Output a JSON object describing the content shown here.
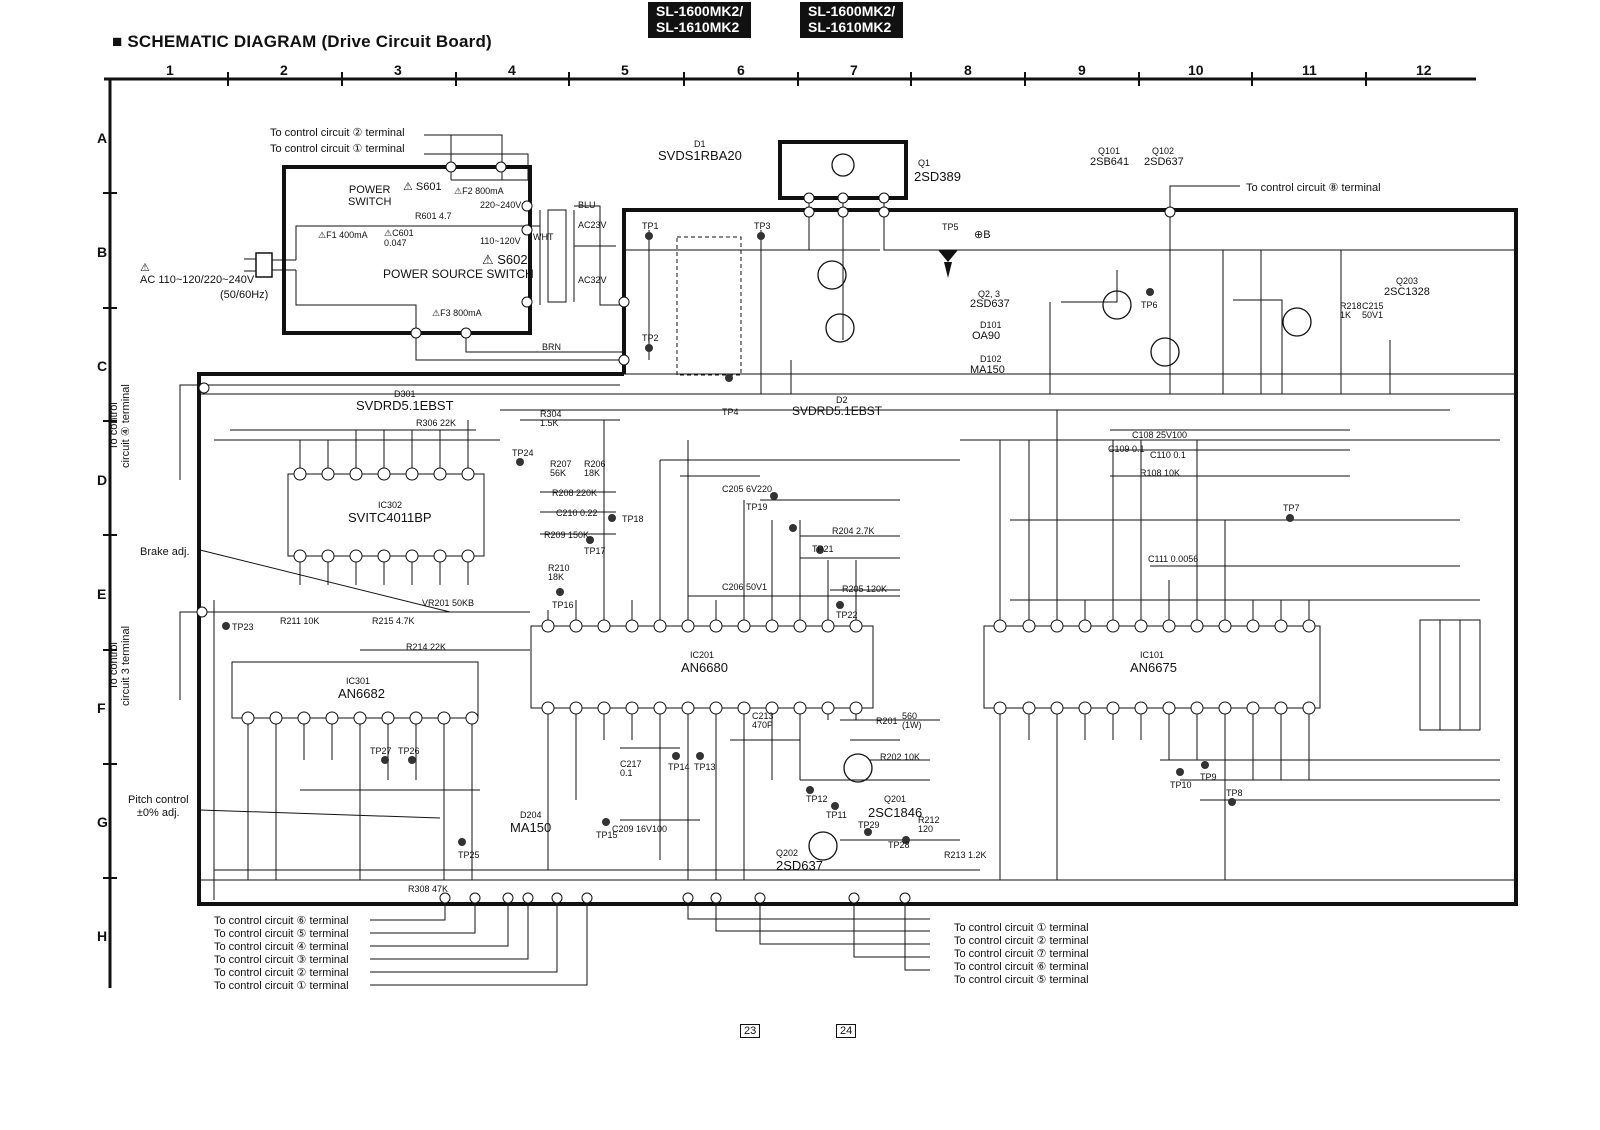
{
  "header": {
    "title": "■ SCHEMATIC DIAGRAM (Drive Circuit Board)",
    "models_left": [
      "SL-1600MK2/",
      "SL-1610MK2"
    ],
    "models_right": [
      "SL-1600MK2/",
      "SL-1610MK2"
    ]
  },
  "grid": {
    "columns": [
      "1",
      "2",
      "3",
      "4",
      "5",
      "6",
      "7",
      "8",
      "9",
      "10",
      "11",
      "12"
    ],
    "rows": [
      "A",
      "B",
      "C",
      "D",
      "E",
      "F",
      "G",
      "H"
    ]
  },
  "power": {
    "ctrl2": "To control circuit ② terminal",
    "ctrl1": "To control circuit ① terminal",
    "power_switch": "POWER\nSWITCH",
    "s601": "⚠ S601",
    "f2": "⚠F2 800mA",
    "v220": "220~240V",
    "v110": "110~120V",
    "r601": "R601 4.7",
    "f1": "⚠F1 400mA",
    "c601": "⚠C601\n0.047",
    "s602": "⚠ S602",
    "power_source_switch": "POWER SOURCE SWITCH",
    "ac": "⚠\nAC 110~120/220~240V",
    "hz": "(50/60Hz)",
    "f3": "⚠F3 800mA",
    "ac23": "AC23V",
    "ac32": "AC32V",
    "brn": "BRN",
    "blu": "BLU",
    "wht": "WHT"
  },
  "components": {
    "d1": "D1",
    "svds": "SVDS1RBA20",
    "q1": "Q1",
    "q1_part": "2SD389",
    "q101": "Q101",
    "q102": "Q102",
    "q101_part": "2SB641",
    "q102_part": "2SD637",
    "ctrl8": "To control circuit ⑧ terminal",
    "tp5": "TP5",
    "plus_b": "⊕B",
    "q23": "Q2, 3",
    "q23_part": "2SD637",
    "d101": "D101",
    "d101_part": "OA90",
    "d102": "D102",
    "d102_part": "MA150",
    "q203": "Q203",
    "q203_part": "2SC1328",
    "d301": "D301",
    "d301_part": "SVDRD5.1EBST",
    "d2": "D2",
    "d2_part": "SVDRD5.1EBST",
    "ic302": "IC302",
    "ic302_part": "SVITC4011BP",
    "ic201": "IC201",
    "ic201_part": "AN6680",
    "ic101": "IC101",
    "ic101_part": "AN6675",
    "ic301": "IC301",
    "ic301_part": "AN6682",
    "q201": "Q201",
    "q201_part": "2SC1846",
    "q202": "Q202",
    "q202_part": "2SD637",
    "d204": "D204",
    "d204_part": "MA150",
    "brake": "Brake adj.",
    "pitch": "Pitch control\n±0% adj.",
    "ctrl4_v": "To control\ncircuit ④ terminal",
    "ctrl3_v": "To control\ncircuit 3 terminal"
  },
  "bottom_left_terminals": [
    "To control circuit ⑥ terminal",
    "To control circuit ⑤ terminal",
    "To control circuit ④ terminal",
    "To control circuit ③ terminal",
    "To control circuit ② terminal",
    "To control circuit ① terminal"
  ],
  "bottom_right_terminals": [
    "To control circuit ① terminal",
    "To control circuit ② terminal",
    "To control circuit ⑦ terminal",
    "To control circuit ⑥ terminal",
    "To control circuit ⑤ terminal"
  ],
  "small_labels": {
    "tp1": "TP1",
    "tp2": "TP2",
    "tp3": "TP3",
    "tp4": "TP4",
    "tp6": "TP6",
    "tp7": "TP7",
    "tp8": "TP8",
    "tp9": "TP9",
    "tp10": "TP10",
    "tp11": "TP11",
    "tp12": "TP12",
    "tp13": "TP13",
    "tp14": "TP14",
    "tp15": "TP15",
    "tp16": "TP16",
    "tp17": "TP17",
    "tp18": "TP18",
    "tp19": "TP19",
    "tp21": "TP21",
    "tp22": "TP22",
    "tp23": "TP23",
    "tp24": "TP24",
    "tp25": "TP25",
    "tp26": "TP26",
    "tp27": "TP27",
    "tp28": "TP28",
    "tp29": "TP29",
    "r306": "R306 22K",
    "r304": "R304\n1.5K",
    "r207": "R207\n56K",
    "r206": "R206\n18K",
    "r208": "R208 220K",
    "c210": "C210 0.22",
    "r209": "R209 150K",
    "r210": "R210\n18K",
    "c205": "C205 6V220",
    "r204": "R204 2.7K",
    "c206": "C206 50V1",
    "r205": "R205 120K",
    "r211": "R211 10K",
    "r215": "R215 4.7K",
    "vr201": "VR201 50KB",
    "r214": "R214 22K",
    "r201": "R201",
    "r202": "R202 10K",
    "c213": "C213\n470P",
    "c217": "C217\n0.1",
    "c209": "C209 16V100",
    "r212": "R212\n120",
    "r213": "R213 1.2K",
    "r308": "R308 47K",
    "c108": "C108 25V100",
    "c109": "C109 0.1",
    "c110": "C110 0.1",
    "r108": "R108 10K",
    "c111": "C111 0.0056",
    "r560": "560\n(1W)",
    "r218": "R218\n1K",
    "c215": "C215\n50V1"
  },
  "page_numbers": [
    "23",
    "24"
  ]
}
